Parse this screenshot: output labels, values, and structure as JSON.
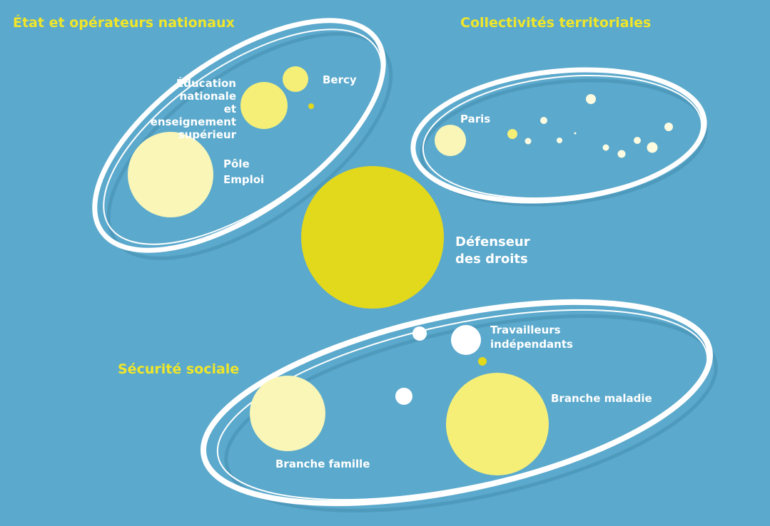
{
  "groups": {
    "etat": {
      "title": "État et opérateurs nationaux"
    },
    "collectivites": {
      "title": "Collectivités territoriales"
    },
    "securite": {
      "title": "Sécurité sociale"
    }
  },
  "labels": {
    "education": "Éducation\nnationale\net enseignement\nsupérieur",
    "bercy": "Bercy",
    "pole_emploi": "Pôle\nEmploi",
    "paris": "Paris",
    "defenseur": "Défenseur\ndes droits",
    "travailleurs": "Travailleurs\nindépendants",
    "branche_maladie": "Branche maladie",
    "branche_famille": "Branche famille"
  },
  "colors": {
    "background": "#5ba9cc",
    "title": "#f0e62a",
    "pale": "#f9f6b8",
    "medium": "#f5ef78",
    "strong": "#e2d81c",
    "white": "#ffffff"
  }
}
